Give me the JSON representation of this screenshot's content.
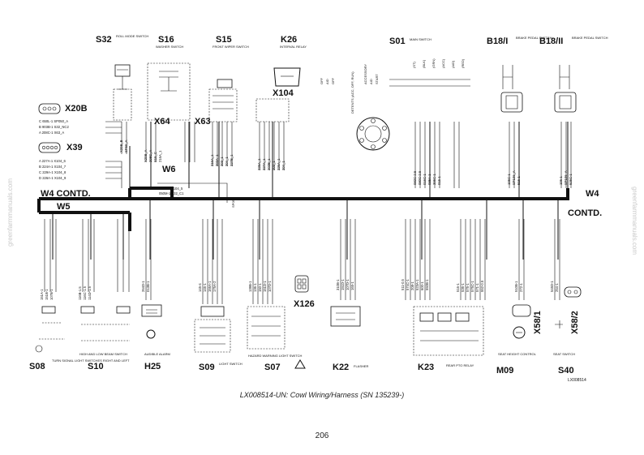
{
  "caption": "LX008514-UN: Cowl Wiring/Harness (SN 135239-)",
  "page_number": "206",
  "watermark": "greenfarmmanuals.com",
  "figure_id": "LX008514",
  "harness": {
    "w4_contd_left": "W4 CONTD.",
    "w4_right": "W4",
    "contd_right": "CONTD.",
    "w5": "W5",
    "w6": "W6",
    "sp050": "SP050"
  },
  "top_components": {
    "s32": {
      "code": "S32",
      "desc": "ROLL MODE SWITCH",
      "wires": [
        "X20B_B",
        "SP50_A"
      ]
    },
    "s16": {
      "code": "S16",
      "desc": "WASHER SWITCH",
      "wires": [
        "X20B_A",
        "208C_A",
        "S15_C",
        "216A_1"
      ]
    },
    "s15": {
      "code": "S15",
      "desc": "FRONT WIPER SWITCH",
      "wires": [
        "216A_1",
        "202A_1",
        "203_1",
        "204_1",
        "227B_1"
      ]
    },
    "k26": {
      "code": "K26",
      "desc": "INTERVAL RELAY",
      "wires": [
        "225A_1",
        "227A_1",
        "202B_1",
        "203_1",
        "226A_1",
        "204_1"
      ]
    },
    "s01": {
      "code": "S01",
      "desc": "MAIN SWITCH",
      "wires": [
        "082C-2.5",
        "080C-2.5",
        "016C-1",
        "035A-1",
        "395C-1",
        "015-1"
      ]
    },
    "b18_1": {
      "code": "B18/I",
      "desc": "BRAKE PEDAL SWITCH",
      "wires": [
        "105C-1",
        "SP106_A",
        "516-1"
      ]
    },
    "b18_2": {
      "code": "B18/II",
      "desc": "BRAKE PEDAL SWITCH",
      "wires": [
        "106-1",
        "SP106_A",
        "525C-1"
      ]
    }
  },
  "connectors": {
    "x20b": "X20B",
    "x39": "X39",
    "x64": "X64",
    "x63": "X63",
    "x104": "X104",
    "x126": "X126",
    "x58_1": "X58/1",
    "x58_2": "X58/2"
  },
  "x20b_wires": [
    "C  650L-1   SP050_A",
    "B  903B-1   S32_NC2",
    "A  208C-1   X63_A"
  ],
  "x39_wires": [
    "A  227A-1   X104_6",
    "B  224A-1   X104_7",
    "C  229A-1   X104_8",
    "D  226A-1   X104_9"
  ],
  "w6_wires": [
    "050N-1   X104_5",
    "050M-1   S32_C1",
    "050L-1   X20B_C"
  ],
  "s01_labels": {
    "detents": "DETENTS (ACC, OFF, RUN)",
    "positions": [
      "OFF",
      "AID",
      "OFF",
      "ACCESSORY",
      "AID",
      "START"
    ],
    "pins": [
      "(ST)",
      "(BLK)",
      "(GRN)",
      "(ACC)",
      "(AID)",
      "(RED)"
    ]
  },
  "bottom_components": [
    {
      "code": "S08",
      "desc": "TURN SIGNAL LIGHT SWITCHES RIGHT AND LEFT",
      "wires": [
        "151A-1",
        "151B-1",
        "107B-1"
      ]
    },
    {
      "code": "S10",
      "desc": "HIGH AND LOW BEAM SWITCH",
      "wires": [
        "116B-1.5",
        "116C-1.5",
        "114D-1.5"
      ]
    },
    {
      "code": "H25",
      "desc": "AUDIBLE ALARM",
      "wires": [
        "264D-1",
        "013B-1"
      ]
    },
    {
      "code": "S09",
      "desc": "LIGHT SWITCH",
      "wires": [
        "145-4",
        "146-1",
        "166A-1",
        "175A-2"
      ]
    },
    {
      "code": "S07",
      "desc": "HAZARD WARNING LIGHT SWITCH",
      "wires": [
        "139B-1",
        "136-1",
        "150-1",
        "151D-1",
        "107D-1"
      ]
    },
    {
      "code": "K22",
      "desc": "FLASHER",
      "wires": [
        "310B-1",
        "151D-1",
        "107D-1",
        "165-1"
      ]
    },
    {
      "code": "K23",
      "desc": "REAR PTO RELAY",
      "wires": [
        "511-0.5",
        "574C-1",
        "208-1",
        "523A-1",
        "600-1",
        "550B-1"
      ]
    },
    {
      "code": "M09",
      "desc": "SEAT HEIGHT CONTROL",
      "wires": [
        "510B-1",
        "272-1"
      ]
    },
    {
      "code": "S40",
      "desc": "SEAT SWITCH",
      "wires": [
        "545D-1",
        "254-1"
      ]
    }
  ],
  "bottom_mid_wires": [
    "516-1",
    "536-1",
    "575-1",
    "575C-1",
    "571-1",
    "552-0.5"
  ]
}
